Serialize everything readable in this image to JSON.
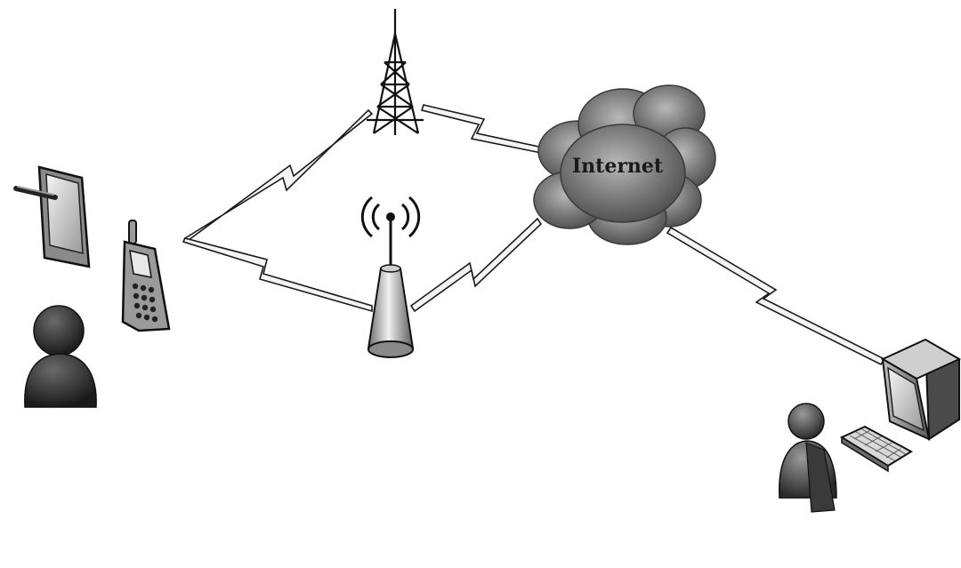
{
  "diagram": {
    "cloud": {
      "label": "Internet"
    },
    "nodes": [
      {
        "id": "user-mobile",
        "kind": "person-icon"
      },
      {
        "id": "tablet",
        "kind": "tablet-icon"
      },
      {
        "id": "cell-phone",
        "kind": "cell-phone-icon"
      },
      {
        "id": "cell-tower",
        "kind": "cell-tower-icon"
      },
      {
        "id": "wifi-access-point",
        "kind": "wifi-access-point-icon"
      },
      {
        "id": "internet-cloud",
        "kind": "cloud-icon"
      },
      {
        "id": "desktop-computer",
        "kind": "computer-monitor-icon"
      },
      {
        "id": "keyboard",
        "kind": "keyboard-icon"
      },
      {
        "id": "user-desktop",
        "kind": "person-icon"
      }
    ],
    "links": [
      {
        "from": "cell-phone",
        "to": "cell-tower",
        "style": "wireless"
      },
      {
        "from": "cell-phone",
        "to": "wifi-access-point",
        "style": "wireless"
      },
      {
        "from": "cell-tower",
        "to": "internet-cloud",
        "style": "wireless"
      },
      {
        "from": "wifi-access-point",
        "to": "internet-cloud",
        "style": "wireless"
      },
      {
        "from": "internet-cloud",
        "to": "desktop-computer",
        "style": "wireless"
      }
    ]
  }
}
